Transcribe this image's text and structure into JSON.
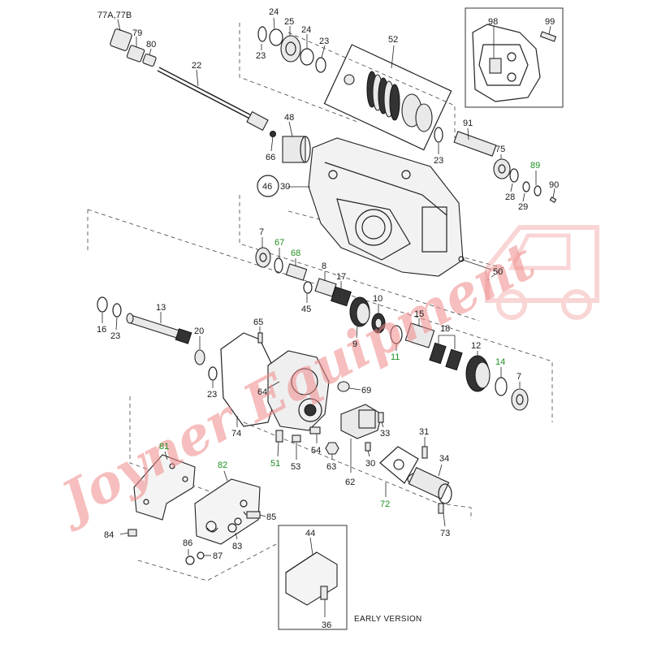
{
  "caption": "EARLY VERSION",
  "watermark": {
    "text": "Joyner Equipment",
    "color": "#f08a8a"
  },
  "label_colors": {
    "default": "#1a1a1a",
    "highlight": "#1f8f1f"
  },
  "labels": [
    {
      "id": "l77",
      "text": "77A,77B",
      "green": false
    },
    {
      "id": "l79",
      "text": "79",
      "green": false
    },
    {
      "id": "l80",
      "text": "80",
      "green": false
    },
    {
      "id": "l22",
      "text": "22",
      "green": false
    },
    {
      "id": "l24a",
      "text": "24",
      "green": false
    },
    {
      "id": "l25",
      "text": "25",
      "green": false
    },
    {
      "id": "l24b",
      "text": "24",
      "green": false
    },
    {
      "id": "l23a",
      "text": "23",
      "green": false
    },
    {
      "id": "l23b",
      "text": "23",
      "green": false
    },
    {
      "id": "l52",
      "text": "52",
      "green": false
    },
    {
      "id": "l98",
      "text": "98",
      "green": false
    },
    {
      "id": "l99",
      "text": "99",
      "green": false
    },
    {
      "id": "l48",
      "text": "48",
      "green": false
    },
    {
      "id": "l66",
      "text": "66",
      "green": false
    },
    {
      "id": "l91",
      "text": "91",
      "green": false
    },
    {
      "id": "l23c",
      "text": "23",
      "green": false
    },
    {
      "id": "l75",
      "text": "75",
      "green": false
    },
    {
      "id": "l89",
      "text": "89",
      "green": true
    },
    {
      "id": "l90",
      "text": "90",
      "green": false
    },
    {
      "id": "l28",
      "text": "28",
      "green": false
    },
    {
      "id": "l29",
      "text": "29",
      "green": false
    },
    {
      "id": "l46",
      "text": "46",
      "green": false
    },
    {
      "id": "l30a",
      "text": "30",
      "green": false
    },
    {
      "id": "l7a",
      "text": "7",
      "green": false
    },
    {
      "id": "l67",
      "text": "67",
      "green": true
    },
    {
      "id": "l68",
      "text": "68",
      "green": true
    },
    {
      "id": "l8",
      "text": "8",
      "green": false
    },
    {
      "id": "l17",
      "text": "17",
      "green": false
    },
    {
      "id": "l50",
      "text": "50",
      "green": false
    },
    {
      "id": "l45",
      "text": "45",
      "green": false
    },
    {
      "id": "l13",
      "text": "13",
      "green": false
    },
    {
      "id": "l10",
      "text": "10",
      "green": false
    },
    {
      "id": "l15",
      "text": "15",
      "green": false
    },
    {
      "id": "l16",
      "text": "16",
      "green": false
    },
    {
      "id": "l23d",
      "text": "23",
      "green": false
    },
    {
      "id": "l20",
      "text": "20",
      "green": false
    },
    {
      "id": "l65",
      "text": "65",
      "green": false
    },
    {
      "id": "l9",
      "text": "9",
      "green": false
    },
    {
      "id": "l11",
      "text": "11",
      "green": true
    },
    {
      "id": "l18",
      "text": "18",
      "green": false
    },
    {
      "id": "l12",
      "text": "12",
      "green": false
    },
    {
      "id": "l14",
      "text": "14",
      "green": true
    },
    {
      "id": "l7b",
      "text": "7",
      "green": false
    },
    {
      "id": "l23e",
      "text": "23",
      "green": false
    },
    {
      "id": "l64",
      "text": "64",
      "green": false
    },
    {
      "id": "l69",
      "text": "69",
      "green": false
    },
    {
      "id": "l74",
      "text": "74",
      "green": false
    },
    {
      "id": "l33",
      "text": "33",
      "green": false
    },
    {
      "id": "l31",
      "text": "31",
      "green": false
    },
    {
      "id": "l81",
      "text": "81",
      "green": true
    },
    {
      "id": "l51",
      "text": "51",
      "green": true
    },
    {
      "id": "l53",
      "text": "53",
      "green": false
    },
    {
      "id": "l54",
      "text": "54",
      "green": false
    },
    {
      "id": "l63",
      "text": "63",
      "green": false
    },
    {
      "id": "l62",
      "text": "62",
      "green": false
    },
    {
      "id": "l30b",
      "text": "30",
      "green": false
    },
    {
      "id": "l34",
      "text": "34",
      "green": false
    },
    {
      "id": "l82",
      "text": "82",
      "green": true
    },
    {
      "id": "l72",
      "text": "72",
      "green": true
    },
    {
      "id": "l85",
      "text": "85",
      "green": false
    },
    {
      "id": "l73",
      "text": "73",
      "green": false
    },
    {
      "id": "l84",
      "text": "84",
      "green": false
    },
    {
      "id": "l86",
      "text": "86",
      "green": false
    },
    {
      "id": "l83",
      "text": "83",
      "green": false
    },
    {
      "id": "l87",
      "text": "87",
      "green": false
    },
    {
      "id": "l44",
      "text": "44",
      "green": false
    },
    {
      "id": "l36",
      "text": "36",
      "green": false
    }
  ]
}
